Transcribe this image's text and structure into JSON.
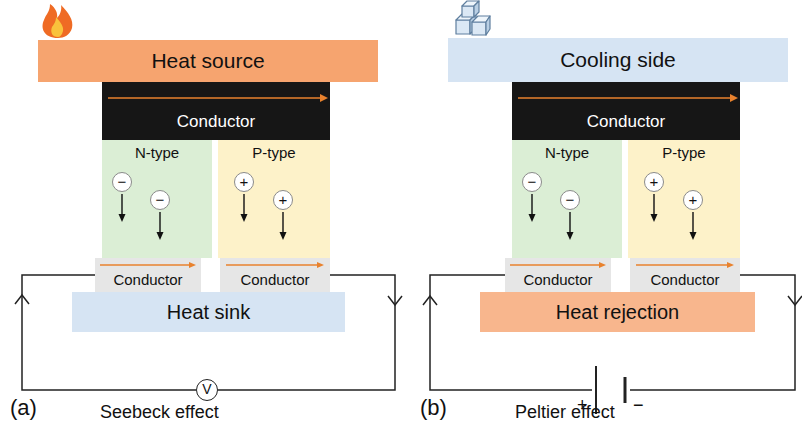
{
  "diagram": {
    "nodes": [
      {
        "text": [
          "Heat source"
        ]
      },
      {
        "text": [
          "Conductor"
        ]
      },
      {
        "text": [
          "N-type"
        ]
      },
      {
        "text": [
          "−"
        ],
        "in": 2
      },
      {
        "text": [
          "−"
        ],
        "in": 2
      },
      {
        "text": [
          "P-type"
        ]
      },
      {
        "text": [
          "+"
        ],
        "in": 5
      },
      {
        "text": [
          "+"
        ],
        "in": 5
      },
      {
        "text": [
          "Conductor"
        ]
      },
      {
        "text": [
          "Conductor"
        ]
      },
      {
        "text": [
          "Heat sink"
        ]
      },
      {
        "text": [
          "V"
        ]
      },
      {
        "text": [
          "Cooling side"
        ]
      },
      {
        "text": [
          "Conductor"
        ]
      },
      {
        "text": [
          "N-type"
        ]
      },
      {
        "text": [
          "−"
        ],
        "in": 14
      },
      {
        "text": [
          "−"
        ],
        "in": 14
      },
      {
        "text": [
          "P-type"
        ]
      },
      {
        "text": [
          "+"
        ],
        "in": 17
      },
      {
        "text": [
          "+"
        ],
        "in": 17
      },
      {
        "text": [
          "Conductor"
        ]
      },
      {
        "text": [
          "Conductor"
        ]
      },
      {
        "text": [
          "Heat rejection"
        ]
      }
    ],
    "edges": [
      {
        "from": 11,
        "to": 8,
        "arrow": "to"
      },
      {
        "from": 9,
        "to": 11,
        "arrow": "to"
      }
    ],
    "labels": [
      "(a)",
      "Seebeck effect",
      "(b)",
      "Peltier effect",
      "+",
      "−"
    ]
  }
}
